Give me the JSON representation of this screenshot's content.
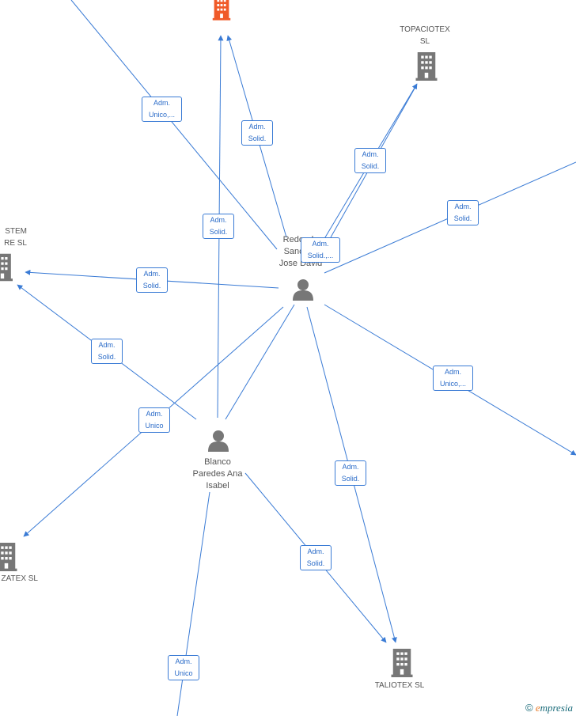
{
  "colors": {
    "edge": "#3a7bd5",
    "company": "#777777",
    "highlight": "#f05a28",
    "person": "#777777"
  },
  "nodes": {
    "center_person": {
      "name_lines": [
        "Redondo",
        "Sanchez",
        "Jose David"
      ]
    },
    "person_blanco": {
      "name_lines": [
        "Blanco",
        "Paredes Ana",
        "Isabel"
      ]
    },
    "topaciotex": {
      "name_lines": [
        "TOPACIOTEX",
        "SL"
      ]
    },
    "system_re": {
      "name_lines": [
        "STEM",
        "RE  SL"
      ]
    },
    "zatex": {
      "name_lines": [
        "ZATEX SL"
      ]
    },
    "taliotex": {
      "name_lines": [
        "TALIOTEX  SL"
      ]
    }
  },
  "edge_labels": [
    {
      "id": "e1",
      "lines": [
        "Adm.",
        "Unico,..."
      ]
    },
    {
      "id": "e2",
      "lines": [
        "Adm.",
        "Solid."
      ]
    },
    {
      "id": "e3",
      "lines": [
        "Adm.",
        "Solid."
      ]
    },
    {
      "id": "e4",
      "lines": [
        "Adm.",
        "Solid."
      ]
    },
    {
      "id": "e5",
      "lines": [
        "Adm.",
        "Solid.,..."
      ]
    },
    {
      "id": "e6",
      "lines": [
        "Adm.",
        "Solid."
      ]
    },
    {
      "id": "e7",
      "lines": [
        "Adm.",
        "Solid."
      ]
    },
    {
      "id": "e8",
      "lines": [
        "Adm.",
        "Solid."
      ]
    },
    {
      "id": "e9",
      "lines": [
        "Adm.",
        "Unico"
      ]
    },
    {
      "id": "e10",
      "lines": [
        "Adm.",
        "Unico,..."
      ]
    },
    {
      "id": "e11",
      "lines": [
        "Adm.",
        "Solid."
      ]
    },
    {
      "id": "e12",
      "lines": [
        "Adm.",
        "Solid."
      ]
    },
    {
      "id": "e13",
      "lines": [
        "Adm.",
        "Unico"
      ]
    }
  ],
  "watermark": {
    "copyright": "©",
    "brand_initial": "e",
    "brand_rest": "mpresia"
  }
}
